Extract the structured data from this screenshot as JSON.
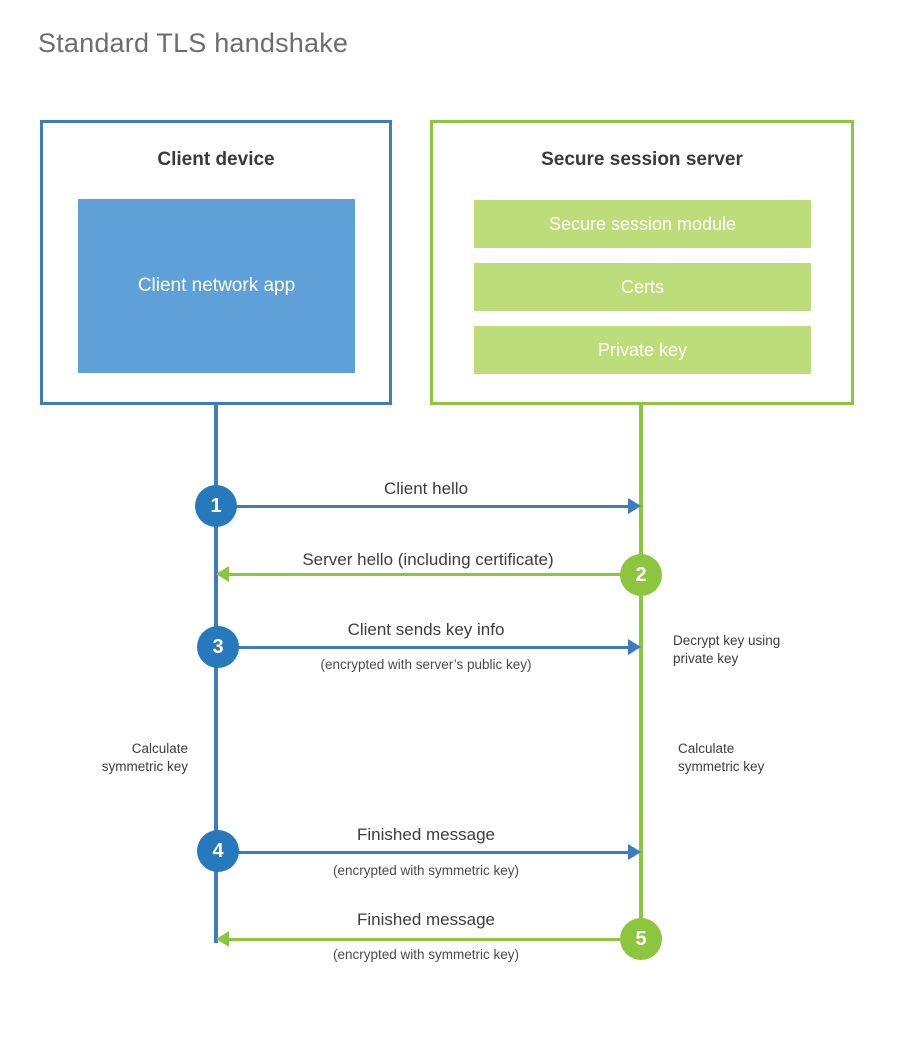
{
  "title": "Standard TLS handshake",
  "colors": {
    "client_accent": "#3E7CBE",
    "client_fill": "#5FA0D8",
    "client_circle": "#2779BD",
    "server_accent": "#8CC63F",
    "server_fill": "#BDDD7A",
    "title_text": "#6D6D6D",
    "body_text": "#3C3C3C",
    "background": "#FFFFFF"
  },
  "client_panel": {
    "title": "Client device",
    "block_label": "Client network app"
  },
  "server_panel": {
    "title": "Secure session server",
    "bars": [
      {
        "label": "Secure session module"
      },
      {
        "label": "Certs"
      },
      {
        "label": "Private key"
      }
    ]
  },
  "steps": [
    {
      "number": "1",
      "label": "Client hello",
      "sub": "",
      "direction": "client-to-server",
      "actor": "client"
    },
    {
      "number": "2",
      "label": "Server hello (including certificate)",
      "sub": "",
      "direction": "server-to-client",
      "actor": "server"
    },
    {
      "number": "3",
      "label": "Client sends key info",
      "sub": "(encrypted with server’s public key)",
      "direction": "client-to-server",
      "actor": "client"
    },
    {
      "number": "4",
      "label": "Finished message",
      "sub": "(encrypted with symmetric key)",
      "direction": "client-to-server",
      "actor": "client"
    },
    {
      "number": "5",
      "label": "Finished message",
      "sub": "(encrypted with symmetric key)",
      "direction": "server-to-client",
      "actor": "server"
    }
  ],
  "annotations": {
    "decrypt_key": "Decrypt key using\nprivate key",
    "calculate_client": "Calculate\nsymmetric key",
    "calculate_server": "Calculate\nsymmetric key"
  }
}
